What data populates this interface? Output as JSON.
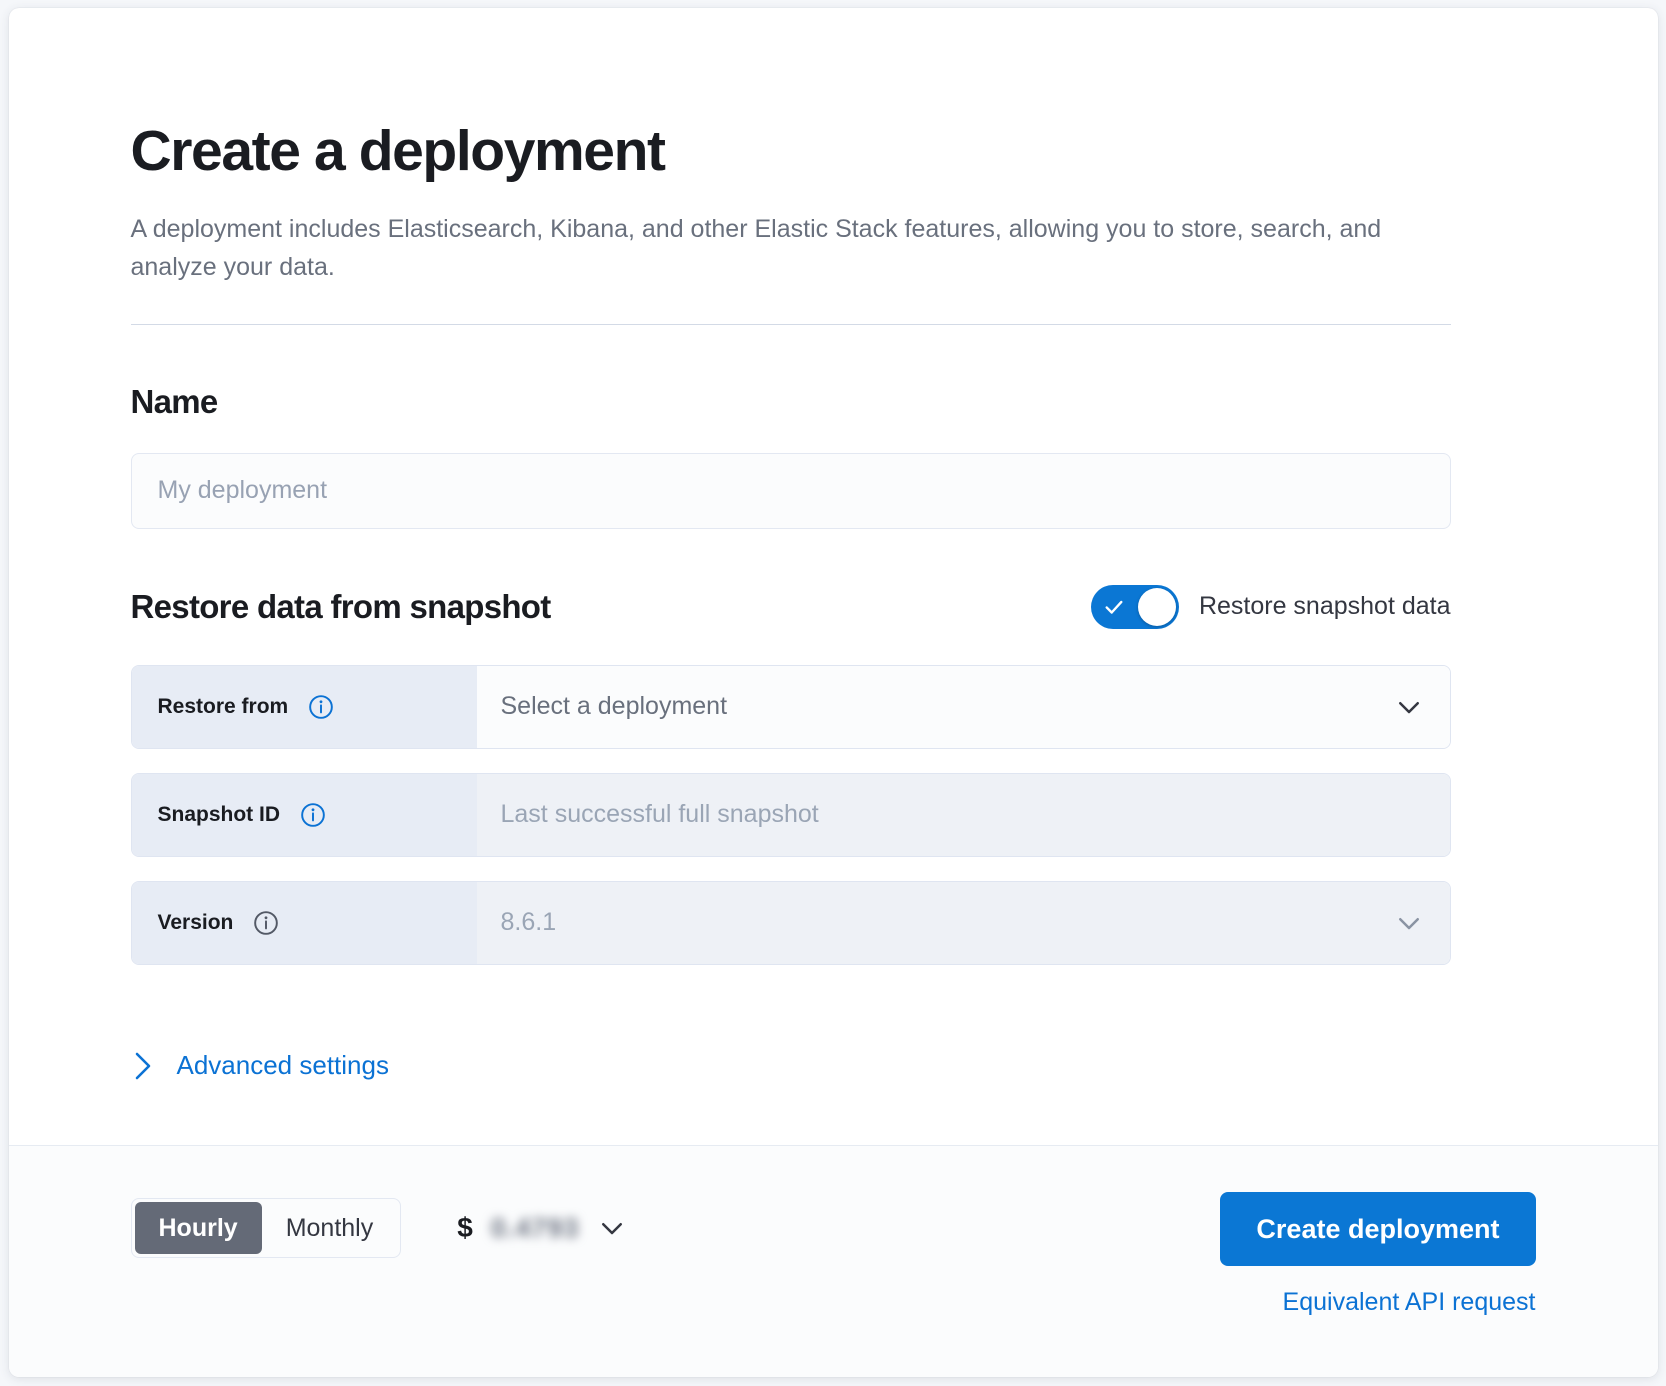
{
  "header": {
    "title": "Create a deployment",
    "subtitle": "A deployment includes Elasticsearch, Kibana, and other Elastic Stack features, allowing you to store, search, and analyze your data."
  },
  "name_section": {
    "title": "Name",
    "placeholder": "My deployment",
    "value": ""
  },
  "restore_section": {
    "title": "Restore data from snapshot",
    "toggle_label": "Restore snapshot data",
    "toggle_on": true,
    "rows": [
      {
        "label": "Restore from",
        "value": "Select a deployment",
        "has_chevron": true,
        "disabled": false,
        "info_enabled": true
      },
      {
        "label": "Snapshot ID",
        "value": "Last successful full snapshot",
        "has_chevron": false,
        "disabled": true,
        "info_enabled": true
      },
      {
        "label": "Version",
        "value": "8.6.1",
        "has_chevron": true,
        "disabled": true,
        "info_enabled": false
      }
    ]
  },
  "advanced": {
    "label": "Advanced settings",
    "icon": "chevron-right-icon"
  },
  "bottom_bar": {
    "billing_options": [
      {
        "label": "Hourly",
        "selected": true
      },
      {
        "label": "Monthly",
        "selected": false
      }
    ],
    "price_currency": "$",
    "price_value": "0.4793",
    "price_chevron": "chevron-down-icon",
    "create_button": "Create deployment",
    "api_link": "Equivalent API request"
  },
  "colors": {
    "accent": "#0b77d4",
    "link": "#0b72d4",
    "title": "#1a1c21",
    "muted": "#69707d",
    "label_bg": "#e7ecf5",
    "disabled_bg": "#eef1f6",
    "segment_active": "#646a77"
  }
}
